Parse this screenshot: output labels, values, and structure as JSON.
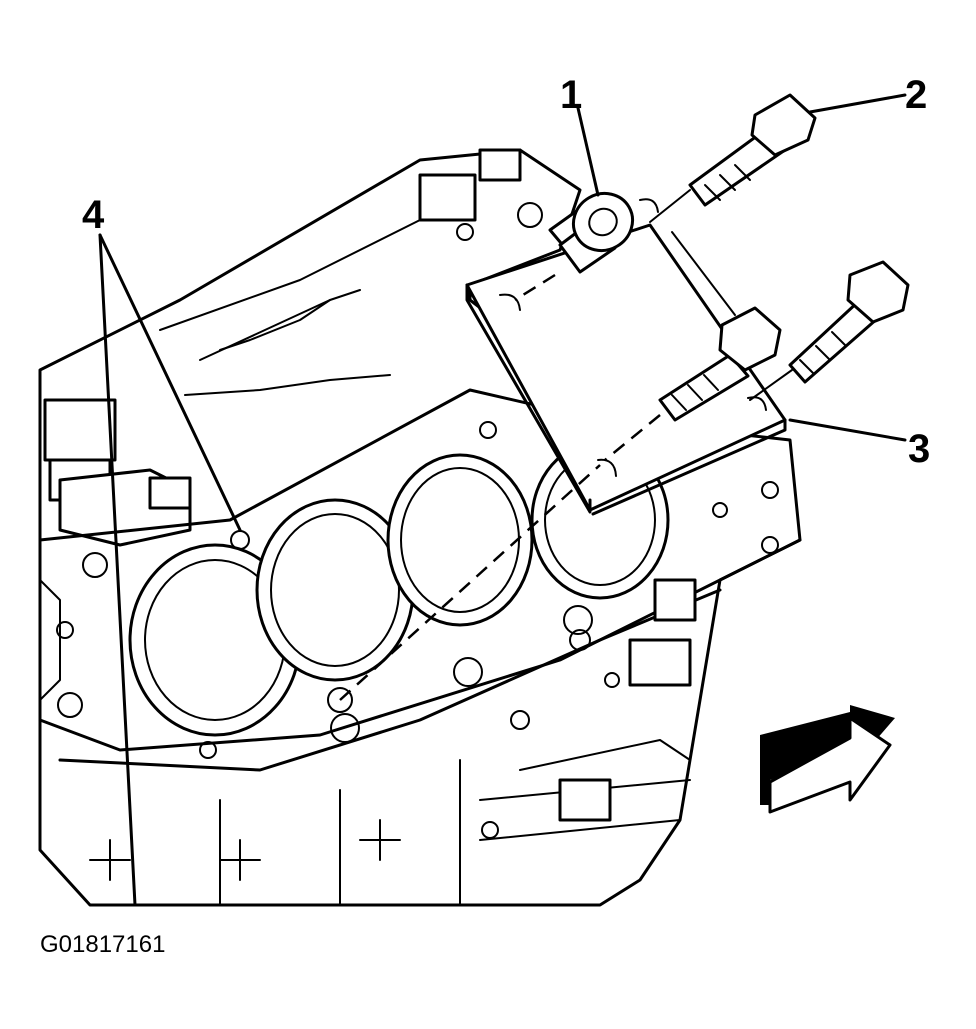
{
  "callouts": {
    "c1": "1",
    "c2": "2",
    "c3": "3",
    "c4": "4"
  },
  "figure_id": "G01817161",
  "direction_arrow": "front-arrow-icon"
}
